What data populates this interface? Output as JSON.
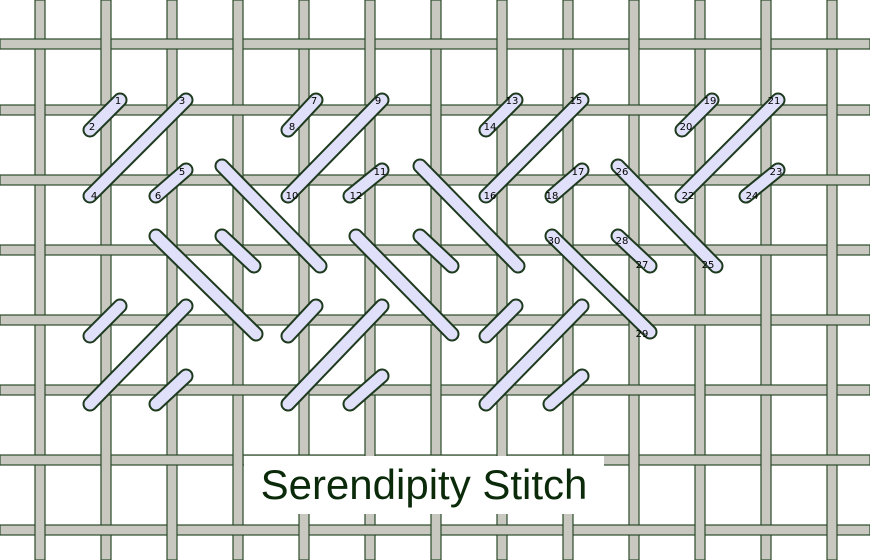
{
  "title": "Serendipity Stitch",
  "colors": {
    "background": "#ffffff",
    "thread_fill": "#c8c8c0",
    "thread_outline": "#2a4a2a",
    "stitch_fill": "#e0e0fa",
    "stitch_outline": "#1e3a1e",
    "title_text": "#0a2a0a"
  },
  "stitch_numbers": [
    "1",
    "2",
    "3",
    "4",
    "5",
    "6",
    "7",
    "8",
    "9",
    "10",
    "11",
    "12",
    "13",
    "14",
    "15",
    "16",
    "17",
    "18",
    "19",
    "20",
    "21",
    "22",
    "23",
    "24",
    "25",
    "26",
    "27",
    "28",
    "29",
    "30"
  ]
}
